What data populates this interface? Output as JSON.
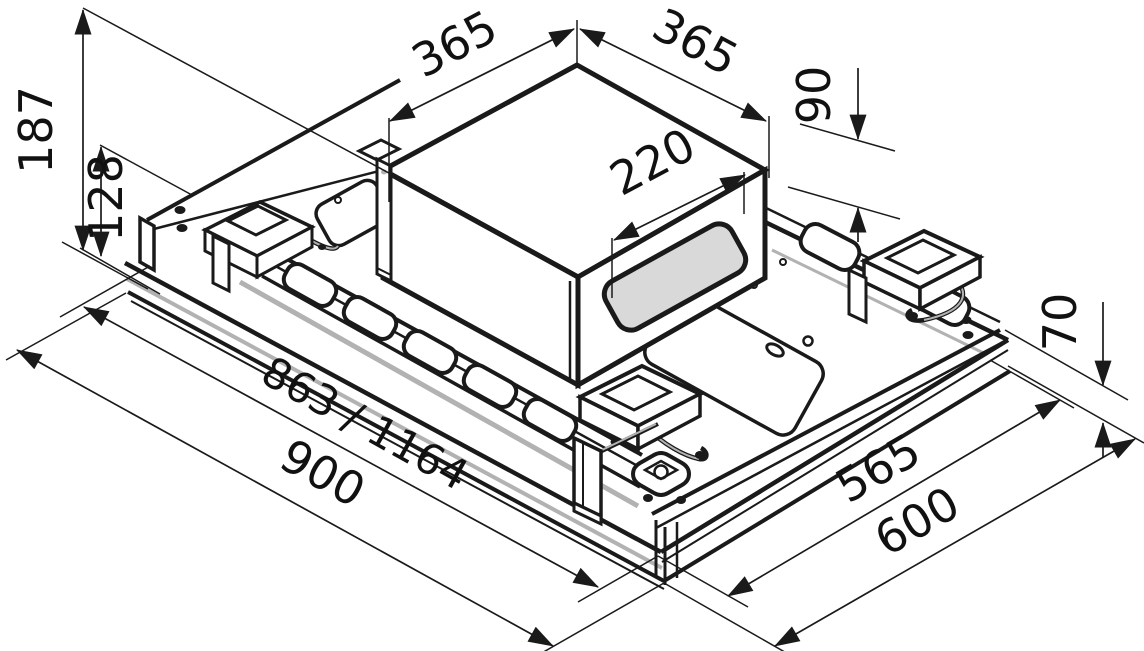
{
  "drawing": {
    "subject": "ceiling-hood-installation-drawing",
    "colors": {
      "line": "#1a1a1a",
      "accent_grey": "#b2b2b2",
      "vent_window_fill": "#d9d9d9",
      "background": "#ffffff"
    },
    "dims": {
      "total_height": "187",
      "housing_height": "128",
      "motor_box_edge_left": "365",
      "motor_box_edge_right": "365",
      "rail_offset": "90",
      "vent_window_width": "220",
      "edge_profile_height": "70",
      "cutout_length": "863 / 1164",
      "body_length": "900",
      "cutout_depth": "565",
      "body_depth": "600"
    }
  }
}
